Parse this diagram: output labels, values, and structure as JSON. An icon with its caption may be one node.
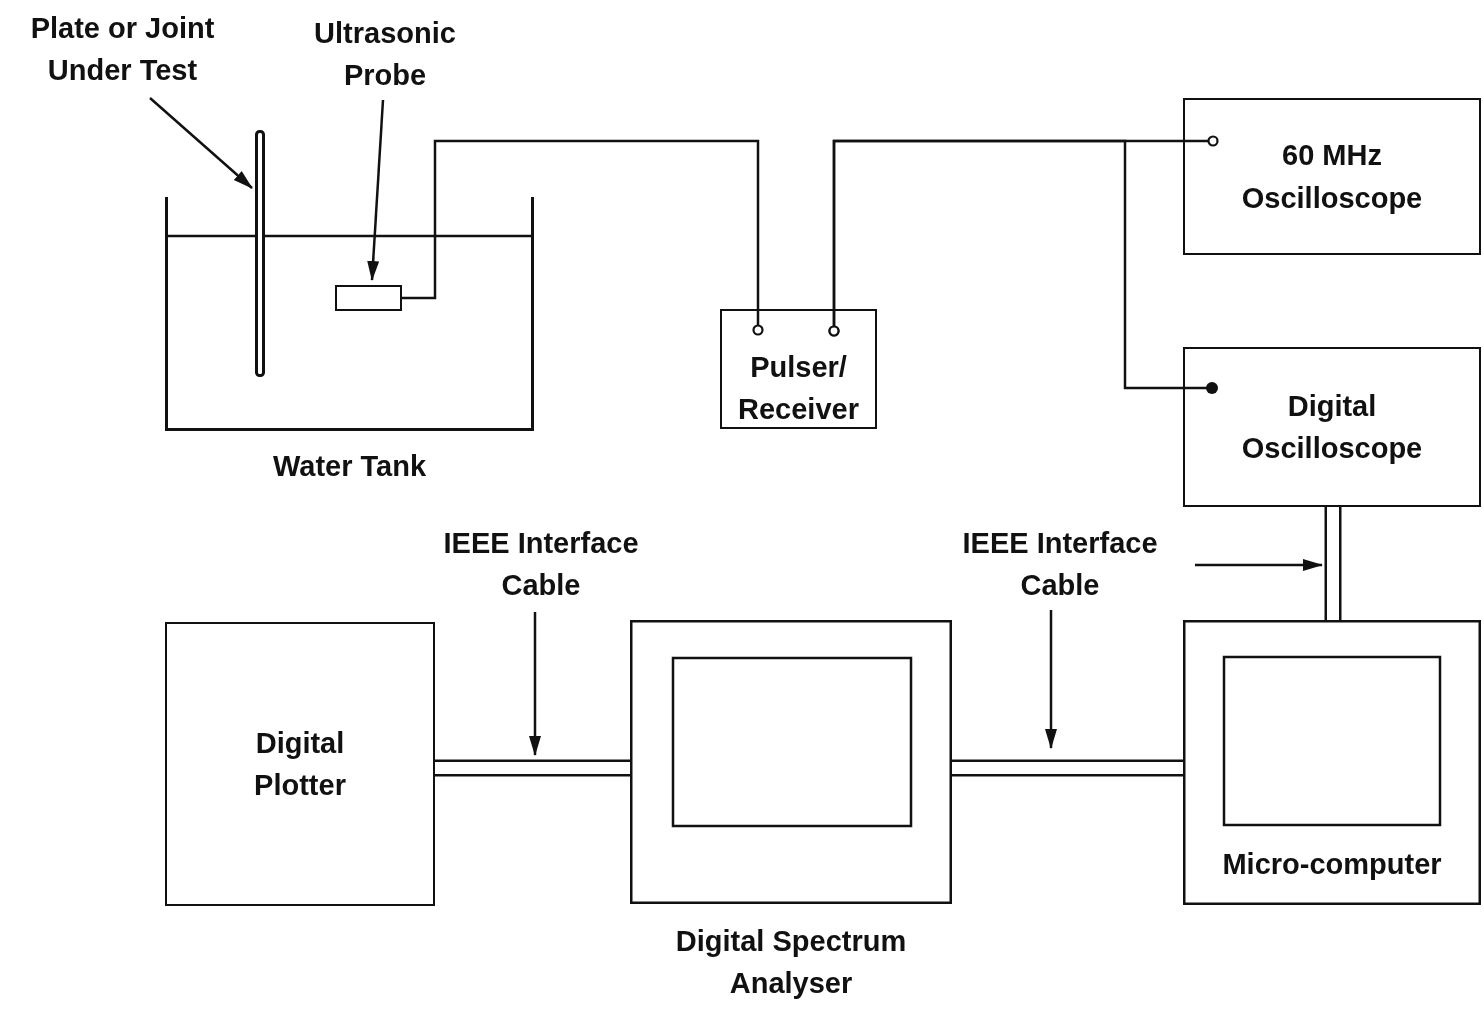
{
  "diagram": {
    "nodes": [
      {
        "text": [
          "Water Tank"
        ]
      },
      {
        "text": [],
        "shape": "bar"
      },
      {
        "text": [],
        "shape": "box",
        "in": 0
      },
      {
        "text": [
          "Plate or Joint Under Test"
        ]
      },
      {
        "text": [
          "Ultrasonic Probe"
        ]
      },
      {
        "text": [
          "Pulser/ Receiver"
        ]
      },
      {
        "text": [
          "60 MHz Oscilloscope"
        ]
      },
      {
        "text": [
          "Digital Oscilloscope"
        ]
      },
      {
        "text": [
          "Digital Plotter"
        ]
      },
      {
        "text": [
          "Digital Spectrum Analyser"
        ]
      },
      {
        "text": [
          "Micro-computer"
        ]
      },
      {
        "text": [
          "IEEE Interface Cable"
        ]
      },
      {
        "text": [
          "IEEE Interface Cable"
        ]
      }
    ],
    "edges": [
      {
        "from": 2,
        "to": 5,
        "arrow": "other"
      },
      {
        "from": 5,
        "to": 6,
        "arrow": "other"
      },
      {
        "from": 5,
        "to": 7,
        "arrow": "other"
      },
      {
        "from": 8,
        "to": 9,
        "arrow": "none",
        "style": "thick"
      },
      {
        "from": 9,
        "to": 10,
        "arrow": "none",
        "style": "thick"
      },
      {
        "from": 7,
        "to": 10,
        "arrow": "none",
        "style": "thick"
      },
      {
        "from": 3,
        "to": 1,
        "arrow": "to"
      },
      {
        "from": 4,
        "to": 2,
        "arrow": "to"
      },
      {
        "from": 11,
        "to": null,
        "arrow": "to"
      },
      {
        "from": 12,
        "to": null,
        "arrow": "to"
      },
      {
        "from": 12,
        "to": null,
        "arrow": "to"
      }
    ]
  }
}
